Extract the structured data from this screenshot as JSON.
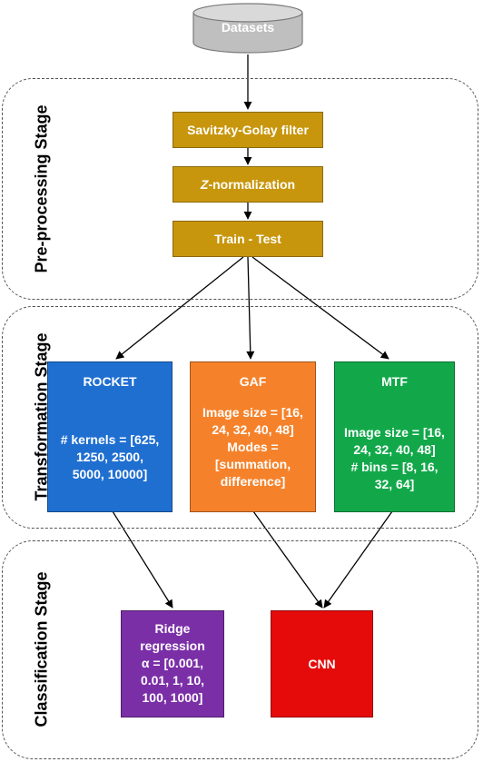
{
  "colors": {
    "cylinder": "#bfbfbf",
    "preprocessing_step": "#c8960c",
    "rocket": "#1f6fd1",
    "gaf": "#f5822b",
    "mtf": "#12a84a",
    "ridge": "#7b2fa7",
    "cnn": "#e60b0b",
    "arrow": "#000000"
  },
  "datasets": {
    "label": "Datasets",
    "icon": "database-cylinder-icon"
  },
  "stages": {
    "preprocessing": {
      "label": "Pre-processing  Stage"
    },
    "transformation": {
      "label": "Transformation Stage"
    },
    "classification": {
      "label": "Classification  Stage"
    }
  },
  "preprocessing_steps": {
    "filter": "Savitzky-Golay filter",
    "znorm_italic": "Z",
    "znorm_rest": "-normalization",
    "split": "Train -  Test"
  },
  "transformation_boxes": {
    "rocket": {
      "title": "ROCKET",
      "line1": "# kernels = [625,",
      "line2": "1250, 2500,",
      "line3": "5000, 10000]"
    },
    "gaf": {
      "title": "GAF",
      "line1": "Image size = [16,",
      "line2": "24, 32, 40, 48]",
      "line3": "Modes =",
      "line4": "[summation,",
      "line5": "difference]"
    },
    "mtf": {
      "title": "MTF",
      "line1": "Image size = [16,",
      "line2": "24, 32, 40, 48]",
      "line3": "# bins = [8, 16,",
      "line4": "32, 64]"
    }
  },
  "classification_boxes": {
    "ridge": {
      "line1": "Ridge",
      "line2": "regression",
      "line3": "α = [0.001,",
      "line4": "0.01, 1, 10,",
      "line5": "100, 1000]"
    },
    "cnn": {
      "title": "CNN"
    }
  }
}
